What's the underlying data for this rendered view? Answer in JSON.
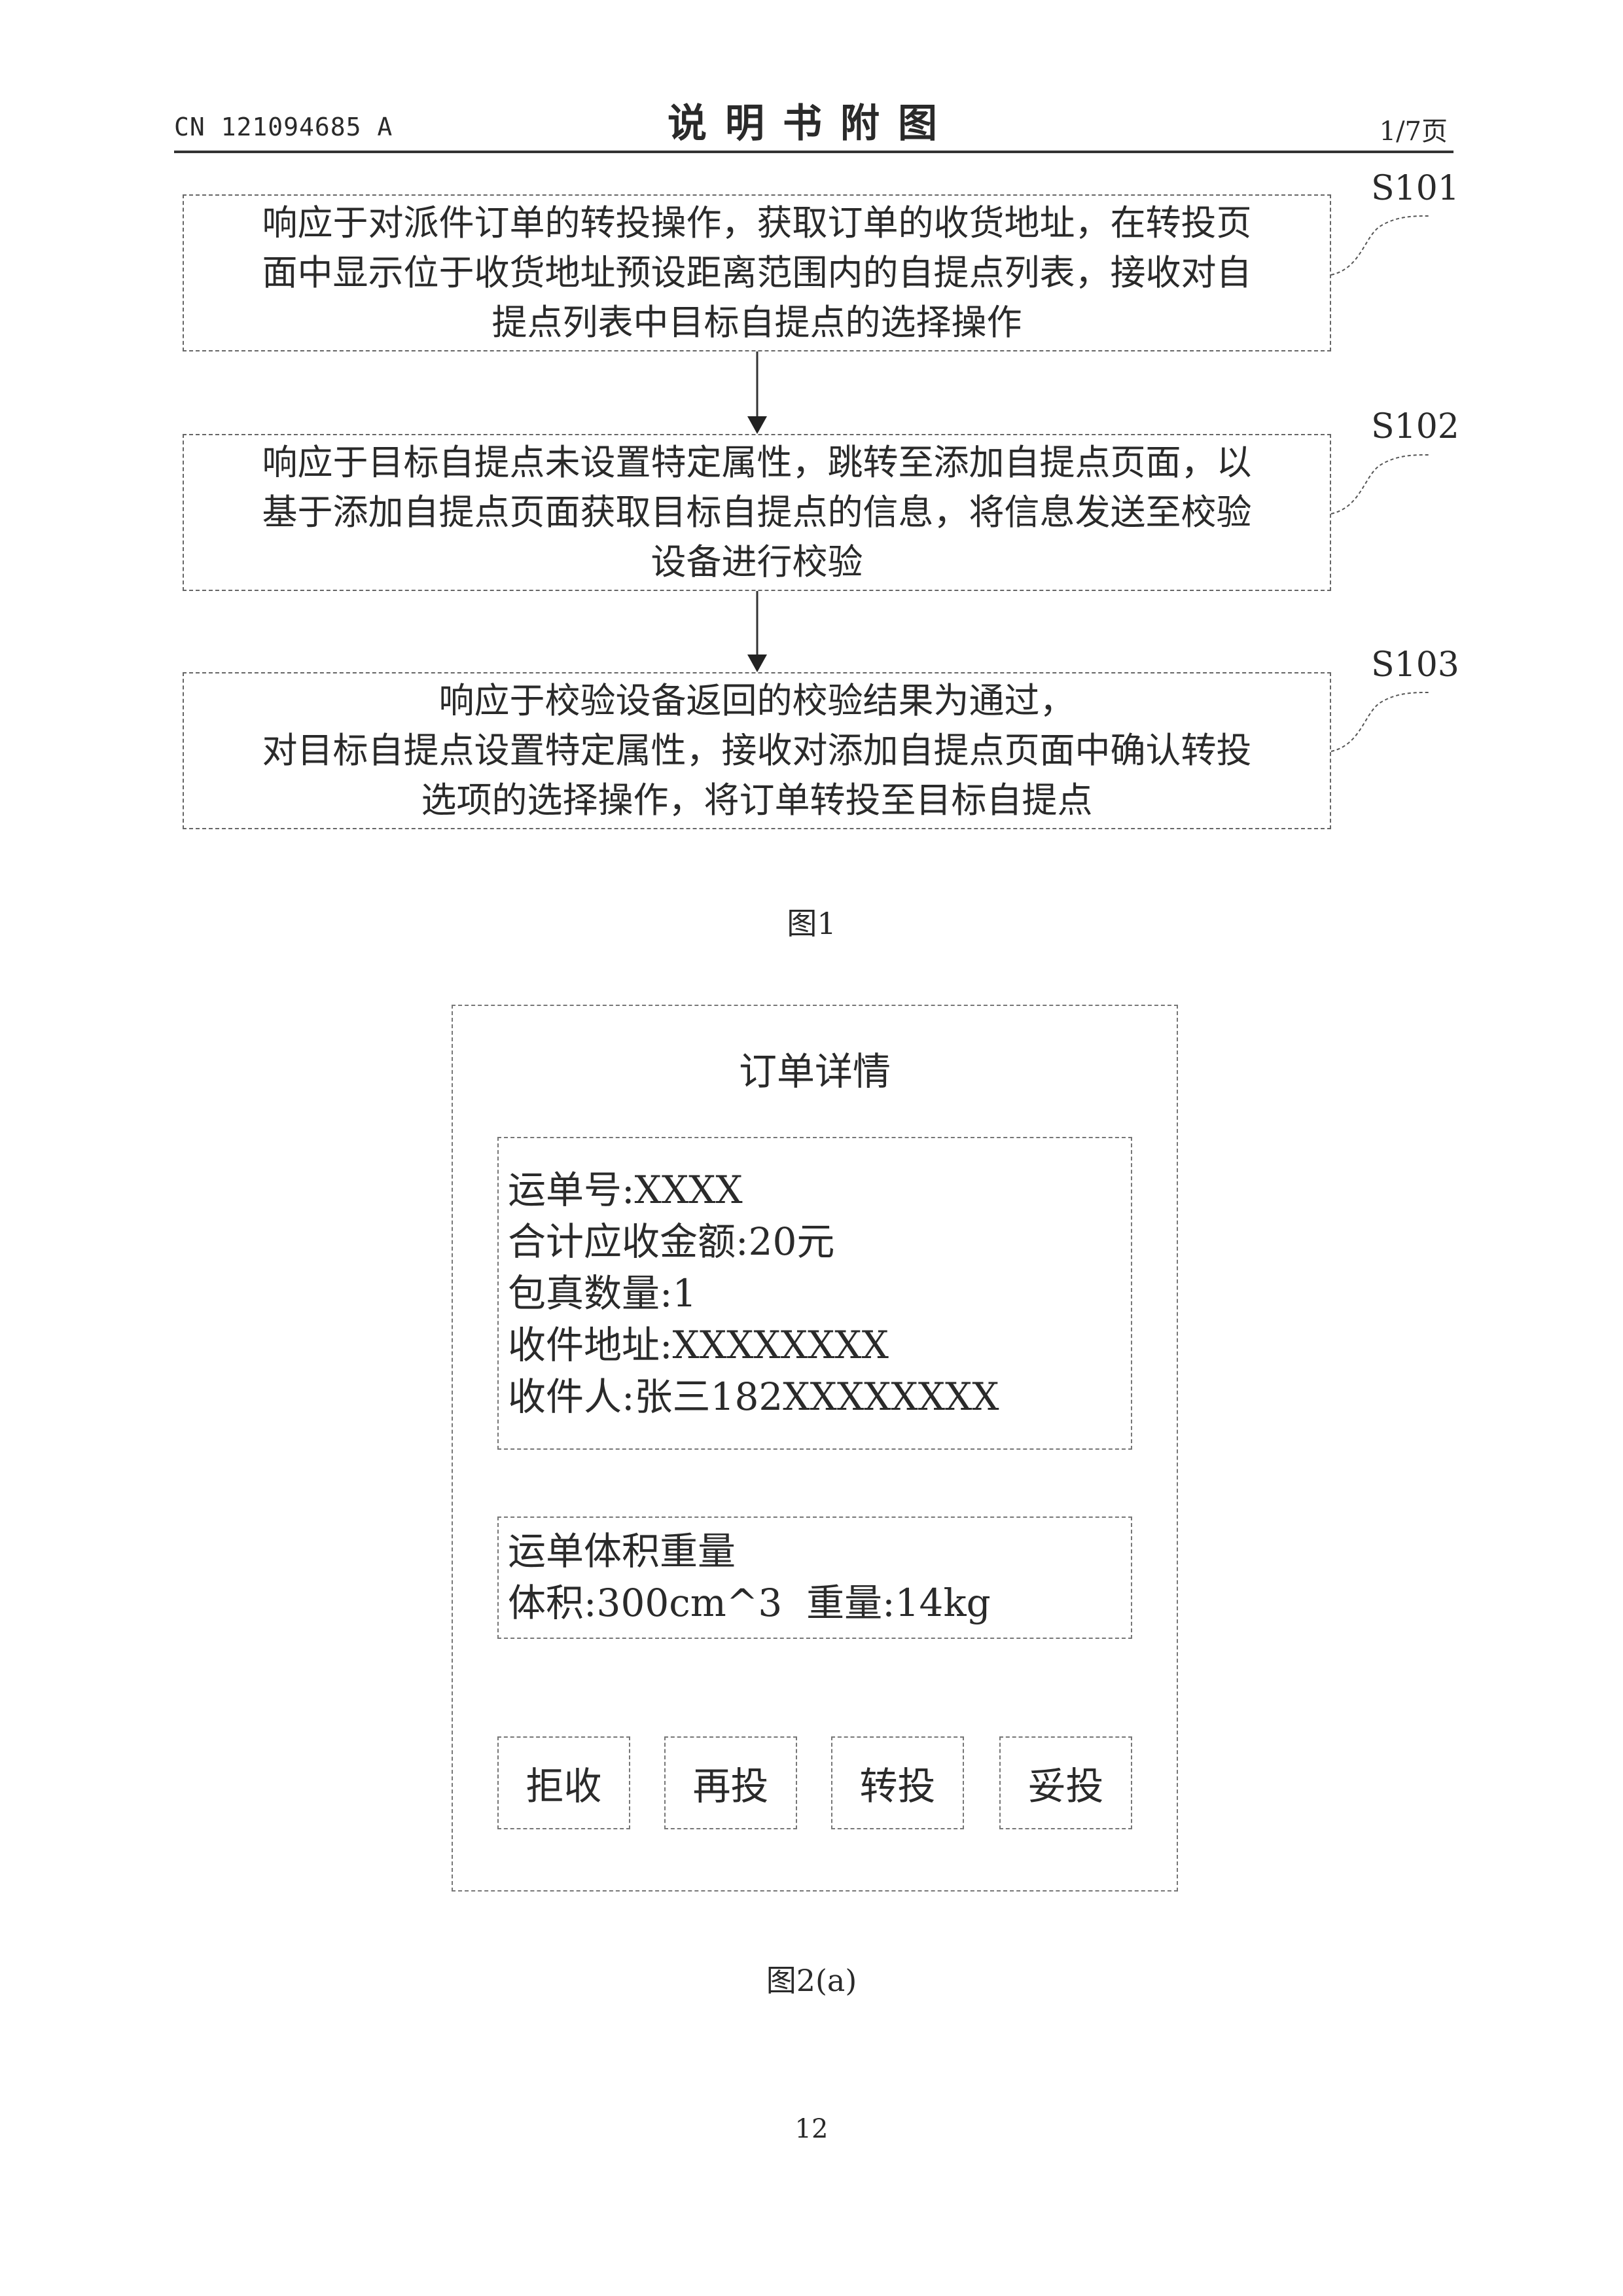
{
  "header": {
    "patent_number": "CN 121094685 A",
    "title": "说明书附图",
    "page_info": "1/7页"
  },
  "figure1": {
    "steps": [
      {
        "label": "S101",
        "text": "响应于对派件订单的转投操作，获取订单的收货地址，在转投页\n面中显示位于收货地址预设距离范围内的自提点列表，接收对自\n提点列表中目标自提点的选择操作"
      },
      {
        "label": "S102",
        "text": "响应于目标自提点未设置特定属性，跳转至添加自提点页面，以\n基于添加自提点页面获取目标自提点的信息，将信息发送至校验\n设备进行校验"
      },
      {
        "label": "S103",
        "text": "响应于校验设备返回的校验结果为通过，\n对目标自提点设置特定属性，接收对添加自提点页面中确认转投\n选项的选择操作，将订单转投至目标自提点"
      }
    ],
    "caption": "图1"
  },
  "figure2": {
    "screen_title": "订单详情",
    "order_info": [
      "运单号:XXXX",
      "合计应收金额:20元",
      "包真数量:1",
      "收件地址:XXXXXXXX",
      "收件人:张三182XXXXXXXX"
    ],
    "weight_section": {
      "heading": "运单体积重量",
      "details": "体积:300cm^3  重量:14kg"
    },
    "buttons": [
      "拒收",
      "再投",
      "转投",
      "妥投"
    ],
    "caption": "图2(a)"
  },
  "page_number": "12"
}
